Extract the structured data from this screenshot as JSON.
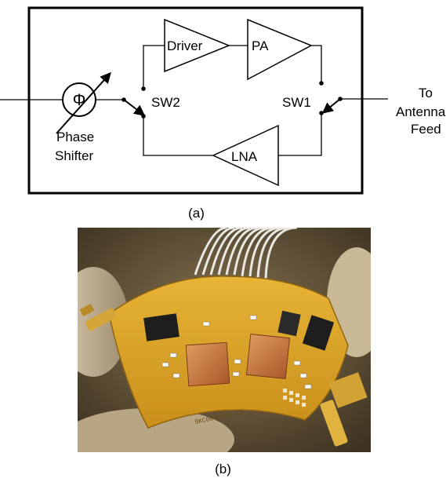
{
  "figure_a": {
    "blocks": {
      "driver": "Driver",
      "pa": "PA",
      "lna": "LNA",
      "phase_symbol": "Φ"
    },
    "labels": {
      "sw2": "SW2",
      "sw1": "SW1",
      "phase_line1": "Phase",
      "phase_line2": "Shifter",
      "antenna_line1": "To",
      "antenna_line2": "Antenna",
      "antenna_line3": "Feed"
    },
    "caption": "(a)"
  },
  "figure_b": {
    "caption": "(b)",
    "board_marking": "SKC00310B4-R3"
  },
  "colors": {
    "line": "#000000",
    "board": "#d9a52a",
    "background_photo": "#6b5b3c"
  }
}
